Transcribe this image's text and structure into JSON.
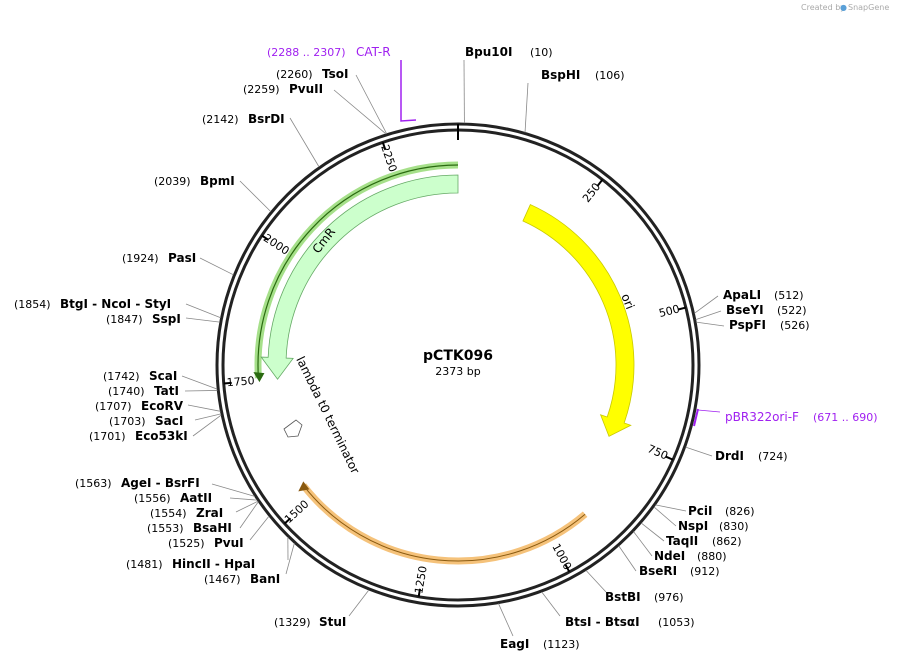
{
  "credit": {
    "prefix": "Created by",
    "brand": "SnapGene"
  },
  "plasmid": {
    "name": "pCTK096",
    "size_label": "2373 bp",
    "length": 2373
  },
  "ticks": [
    {
      "pos": 250,
      "label": "250"
    },
    {
      "pos": 500,
      "label": "500"
    },
    {
      "pos": 750,
      "label": "750"
    },
    {
      "pos": 1000,
      "label": "1000"
    },
    {
      "pos": 1250,
      "label": "1250"
    },
    {
      "pos": 1500,
      "label": "1500"
    },
    {
      "pos": 1750,
      "label": "1750"
    },
    {
      "pos": 2000,
      "label": "2000"
    },
    {
      "pos": 2250,
      "label": "2250"
    }
  ],
  "features": [
    {
      "name": "ori",
      "start": 160,
      "end": 760,
      "direction": "forward",
      "fill": "#ffff00",
      "stroke": "#c8c800"
    },
    {
      "name": "CmR",
      "start": 1750,
      "end": 2373,
      "direction": "reverse",
      "fill": "#ccffcc",
      "stroke": "#66aa66"
    },
    {
      "name": "lambda t0 terminator",
      "start": 1680,
      "end": 1720,
      "direction": "reverse",
      "fill": "#ffffff",
      "stroke": "#555555"
    }
  ],
  "highlights": [
    {
      "start": 1530,
      "end": 920,
      "color": "#f0a030"
    },
    {
      "start": 2373,
      "end": 1760,
      "color": "#55aa22"
    }
  ],
  "primers": [
    {
      "name": "CAT-R",
      "range": "(2288 .. 2307)"
    },
    {
      "name": "pBR322ori-F",
      "range": "(671 .. 690)"
    }
  ],
  "sites": [
    {
      "name": "Bpu10I",
      "pos": "(10)"
    },
    {
      "name": "BspHI",
      "pos": "(106)"
    },
    {
      "name": "ApaLI",
      "pos": "(512)"
    },
    {
      "name": "BseYI",
      "pos": "(522)"
    },
    {
      "name": "PspFI",
      "pos": "(526)"
    },
    {
      "name": "DrdI",
      "pos": "(724)"
    },
    {
      "name": "PciI",
      "pos": "(826)"
    },
    {
      "name": "NspI",
      "pos": "(830)"
    },
    {
      "name": "TaqII",
      "pos": "(862)"
    },
    {
      "name": "NdeI",
      "pos": "(880)"
    },
    {
      "name": "BseRI",
      "pos": "(912)"
    },
    {
      "name": "BstBI",
      "pos": "(976)"
    },
    {
      "name": "BtsI - BtsαI",
      "pos": "(1053)"
    },
    {
      "name": "EagI",
      "pos": "(1123)"
    },
    {
      "name": "StuI",
      "pos": "(1329)"
    },
    {
      "name": "BanI",
      "pos": "(1467)"
    },
    {
      "name": "HincII - HpaI",
      "pos": "(1481)"
    },
    {
      "name": "PvuI",
      "pos": "(1525)"
    },
    {
      "name": "BsaHI",
      "pos": "(1553)"
    },
    {
      "name": "ZraI",
      "pos": "(1554)"
    },
    {
      "name": "AatII",
      "pos": "(1556)"
    },
    {
      "name": "AgeI - BsrFI",
      "pos": "(1563)"
    },
    {
      "name": "Eco53kI",
      "pos": "(1701)"
    },
    {
      "name": "SacI",
      "pos": "(1703)"
    },
    {
      "name": "EcoRV",
      "pos": "(1707)"
    },
    {
      "name": "TatI",
      "pos": "(1740)"
    },
    {
      "name": "ScaI",
      "pos": "(1742)"
    },
    {
      "name": "SspI",
      "pos": "(1847)"
    },
    {
      "name": "BtgI - NcoI - StyI",
      "pos": "(1854)"
    },
    {
      "name": "PasI",
      "pos": "(1924)"
    },
    {
      "name": "BpmI",
      "pos": "(2039)"
    },
    {
      "name": "BsrDI",
      "pos": "(2142)"
    },
    {
      "name": "PvuII",
      "pos": "(2259)"
    },
    {
      "name": "TsoI",
      "pos": "(2260)"
    }
  ]
}
